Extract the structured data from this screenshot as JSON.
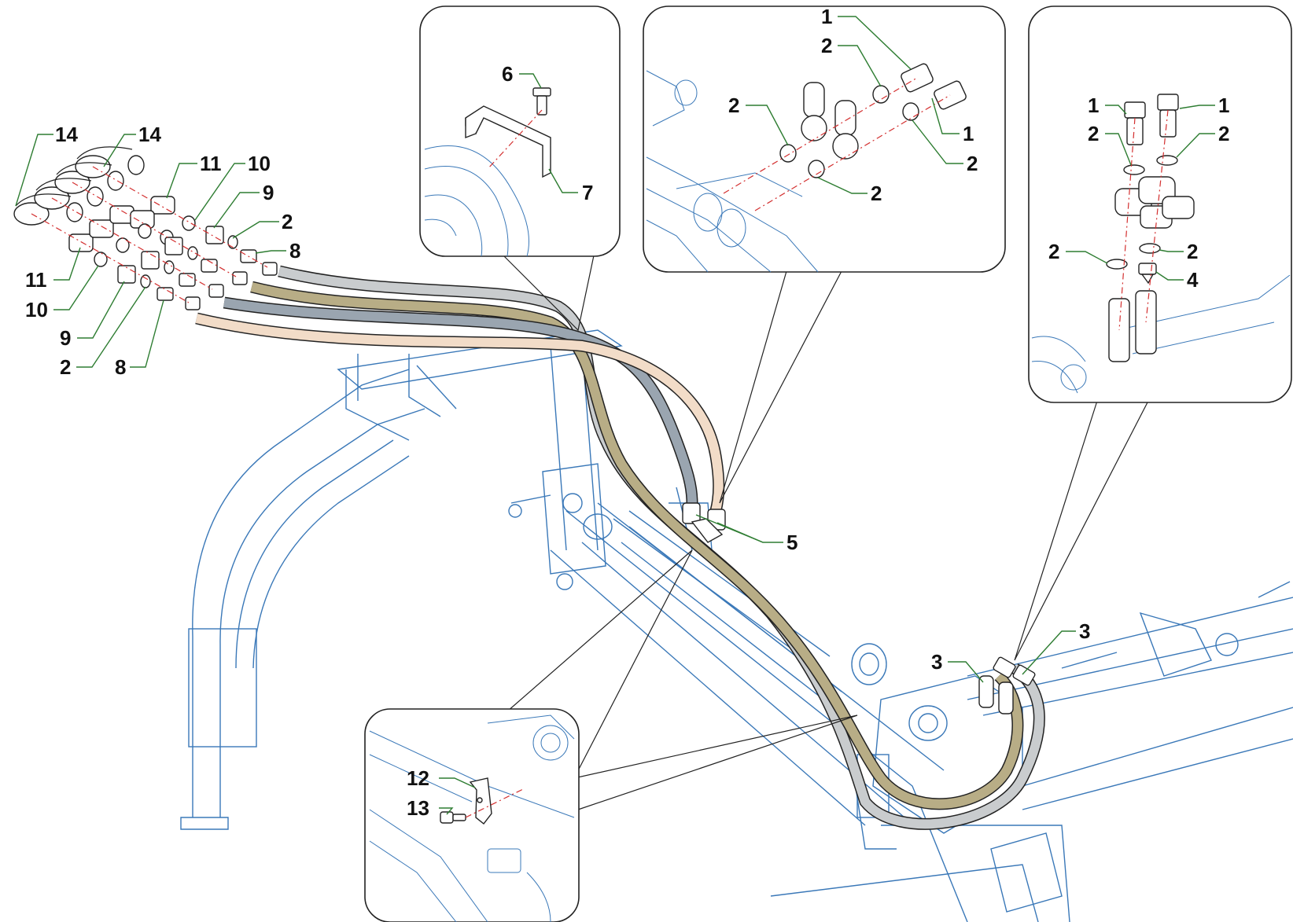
{
  "colors": {
    "frame_line": "#3a78b8",
    "leader_line": "#2e7d32",
    "centerline": "#d32f2f",
    "hose_gray": "#c9ccce",
    "hose_khaki": "#b8ad86",
    "hose_slate": "#9aa5b0",
    "hose_peach": "#f2dcc8",
    "outline": "#222222"
  },
  "callouts": {
    "c_14a": "14",
    "c_14b": "14",
    "c_11a": "11",
    "c_10a": "10",
    "c_9a": "9",
    "c_2a": "2",
    "c_8a": "8",
    "c_11b": "11",
    "c_10b": "10",
    "c_9b": "9",
    "c_2b": "2",
    "c_8b": "8",
    "c_6": "6",
    "c_7": "7",
    "c_5": "5",
    "c_1a": "1",
    "c_2c": "2",
    "c_2d": "2",
    "c_1b": "1",
    "c_2e": "2",
    "c_2f": "2",
    "c_1c": "1",
    "c_1d": "1",
    "c_2g": "2",
    "c_2h": "2",
    "c_2i": "2",
    "c_2j": "2",
    "c_4": "4",
    "c_3a": "3",
    "c_3b": "3",
    "c_12": "12",
    "c_13": "13"
  }
}
